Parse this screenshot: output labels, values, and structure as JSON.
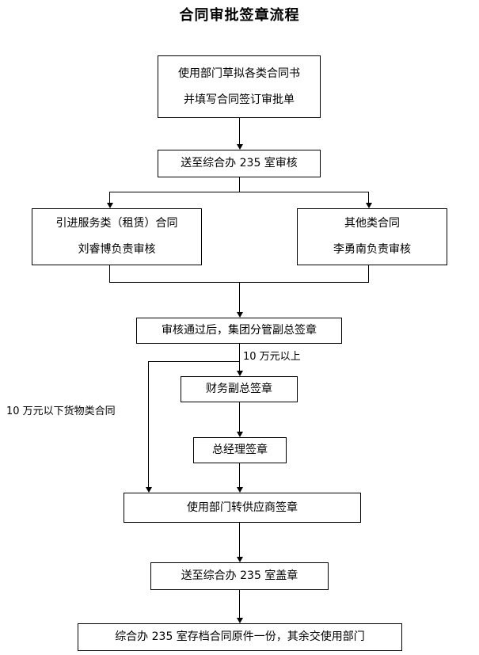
{
  "title": "合同审批签章流程",
  "nodes": {
    "draft": {
      "line1": "使用部门草拟各类合同书",
      "line2": "并填写合同签订审批单"
    },
    "submit_review": {
      "line1": "送至综合办 235 室审核"
    },
    "lease_contract": {
      "line1": "引进服务类（租赁）合同",
      "line2": "刘睿博负责审核"
    },
    "other_contract": {
      "line1": "其他类合同",
      "line2": "李勇南负责审核"
    },
    "vp_sign": {
      "line1": "审核通过后，集团分管副总签章"
    },
    "finance_vp_sign": {
      "line1": "财务副总签章"
    },
    "gm_sign": {
      "line1": "总经理签章"
    },
    "supplier_sign": {
      "line1": "使用部门转供应商签章"
    },
    "stamp_office": {
      "line1": "送至综合办 235 室盖章"
    },
    "archive": {
      "line1": "综合办 235 室存档合同原件一份，其余交使用部门"
    }
  },
  "edge_labels": {
    "above_100k": "10 万元以上",
    "below_100k_goods": "10 万元以下货物类合同"
  },
  "colors": {
    "background": "#ffffff",
    "stroke": "#000000",
    "text": "#000000"
  }
}
